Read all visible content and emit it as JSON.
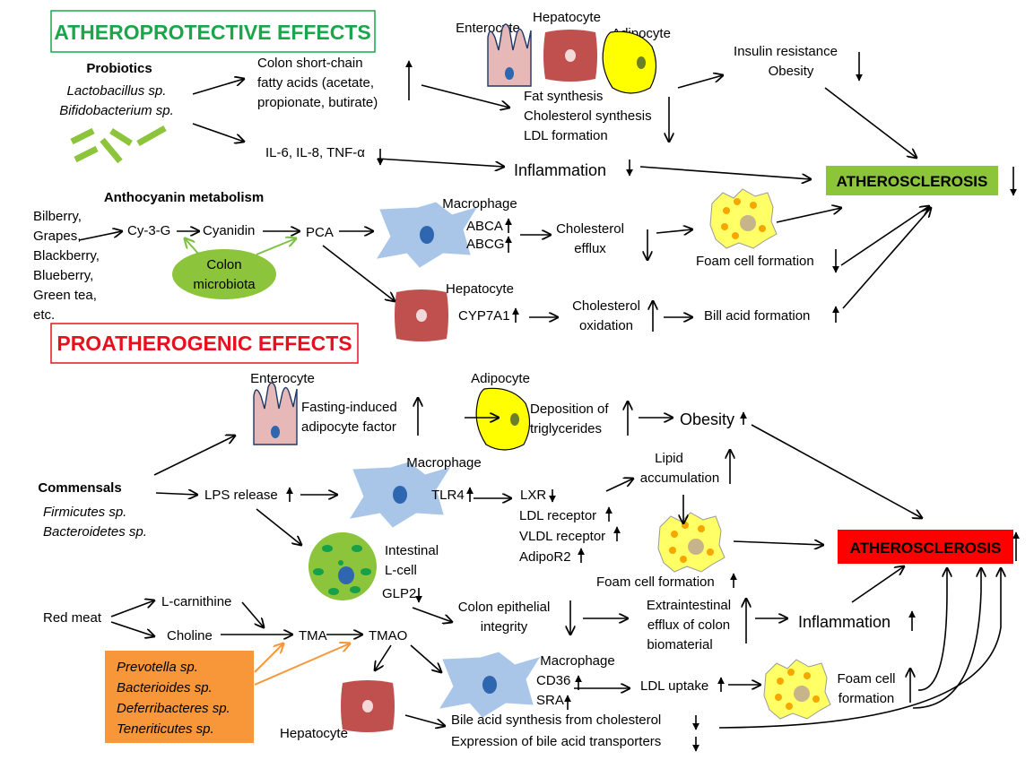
{
  "headers": {
    "atheroprotective": "ATHEROPROTECTIVE EFFECTS",
    "proatherogenic": "PROATHEROGENIC EFFECTS"
  },
  "top": {
    "probiotics_title": "Probiotics",
    "probiotics_species": [
      "Lactobacillus sp.",
      "Bifidobacterium sp."
    ],
    "scfa": [
      "Colon short-chain",
      "fatty acids (acetate,",
      "propionate, butirate)"
    ],
    "cytokines": "IL-6, IL-8, TNF-α",
    "cell_enterocyte": "Enterocyte",
    "cell_hepatocyte": "Hepatocyte",
    "cell_adipocyte": "Adipocyte",
    "synthesis": [
      "Fat synthesis",
      "Cholesterol synthesis",
      "LDL formation"
    ],
    "insulin": [
      "Insulin resistance",
      "Obesity"
    ],
    "inflammation": "Inflammation",
    "atherosclerosis": "ATHEROSCLEROSIS",
    "anthocyanin_title": "Anthocyanin metabolism",
    "foods": [
      "Bilberry,",
      "Grapes,",
      "Blackberry,",
      "Blueberry,",
      "Green tea,",
      "etc."
    ],
    "cy3g": "Cy-3-G",
    "cyanidin": "Cyanidin",
    "pca": "PCA",
    "colon_microbiota": [
      "Colon",
      "microbiota"
    ],
    "macrophage": "Macrophage",
    "abca": "ABCA",
    "abcg": "ABCG",
    "cholesterol_efflux": [
      "Cholesterol",
      "efflux"
    ],
    "foam_cell_formation": "Foam cell formation",
    "hepatocyte2": "Hepatocyte",
    "cyp7a1": "CYP7A1",
    "cholesterol_oxidation": [
      "Cholesterol",
      "oxidation"
    ],
    "bill_acid": "Bill acid formation"
  },
  "bottom": {
    "enterocyte": "Enterocyte",
    "fiaf": [
      "Fasting-induced",
      "adipocyte factor"
    ],
    "adipocyte": "Adipocyte",
    "deposition": [
      "Deposition of",
      "triglycerides"
    ],
    "obesity": "Obesity",
    "lipid_acc": [
      "Lipid",
      "accumulation"
    ],
    "commensals_title": "Commensals",
    "commensals_species": [
      "Firmicutes sp.",
      "Bacteroidetes sp."
    ],
    "lps": "LPS release",
    "macrophage": "Macrophage",
    "tlr4": "TLR4",
    "lxr": "LXR",
    "ldl_receptor": "LDL receptor",
    "vldl_receptor": "VLDL receptor",
    "adipor2": "AdipoR2",
    "foam_cell_formation": "Foam cell formation",
    "atherosclerosis": "ATHEROSCLEROSIS",
    "intestinal": [
      "Intestinal",
      "L-cell"
    ],
    "glp2": "GLP2",
    "colon_epi": [
      "Colon epithelial",
      "integrity"
    ],
    "extraint": [
      "Extraintestinal",
      "efflux of colon",
      "biomaterial"
    ],
    "inflammation": "Inflammation",
    "red_meat": "Red meat",
    "lcarnitine": "L-carnithine",
    "choline": "Choline",
    "tma": "TMA",
    "tmao": "TMAO",
    "bacteria": [
      "Prevotella sp.",
      "Bacterioides sp.",
      "Deferribacteres sp.",
      "Teneriticutes sp."
    ],
    "macrophage2": "Macrophage",
    "cd36": "CD36",
    "sra": "SRA",
    "ldl_uptake": "LDL uptake",
    "foam_cell2": [
      "Foam cell",
      "formation"
    ],
    "hepatocyte": "Hepatocyte",
    "bile_synth": "Bile acid synthesis from cholesterol",
    "bile_transport": "Expression of bile acid transporters"
  },
  "colors": {
    "green_accent": "#1aa64b",
    "red_accent": "#e8101f",
    "ath_green_box": "#8cc43c",
    "ath_red_box": "#ff0000",
    "bacteria_box": "#f7973a",
    "microbiota_ellipse": "#8cc43c",
    "macrophage": "#a9c6e8",
    "hepatocyte": "#c0504d",
    "adipocyte": "#ffff00",
    "enterocyte": "#e6b8b7",
    "foam": "#ffff66"
  }
}
